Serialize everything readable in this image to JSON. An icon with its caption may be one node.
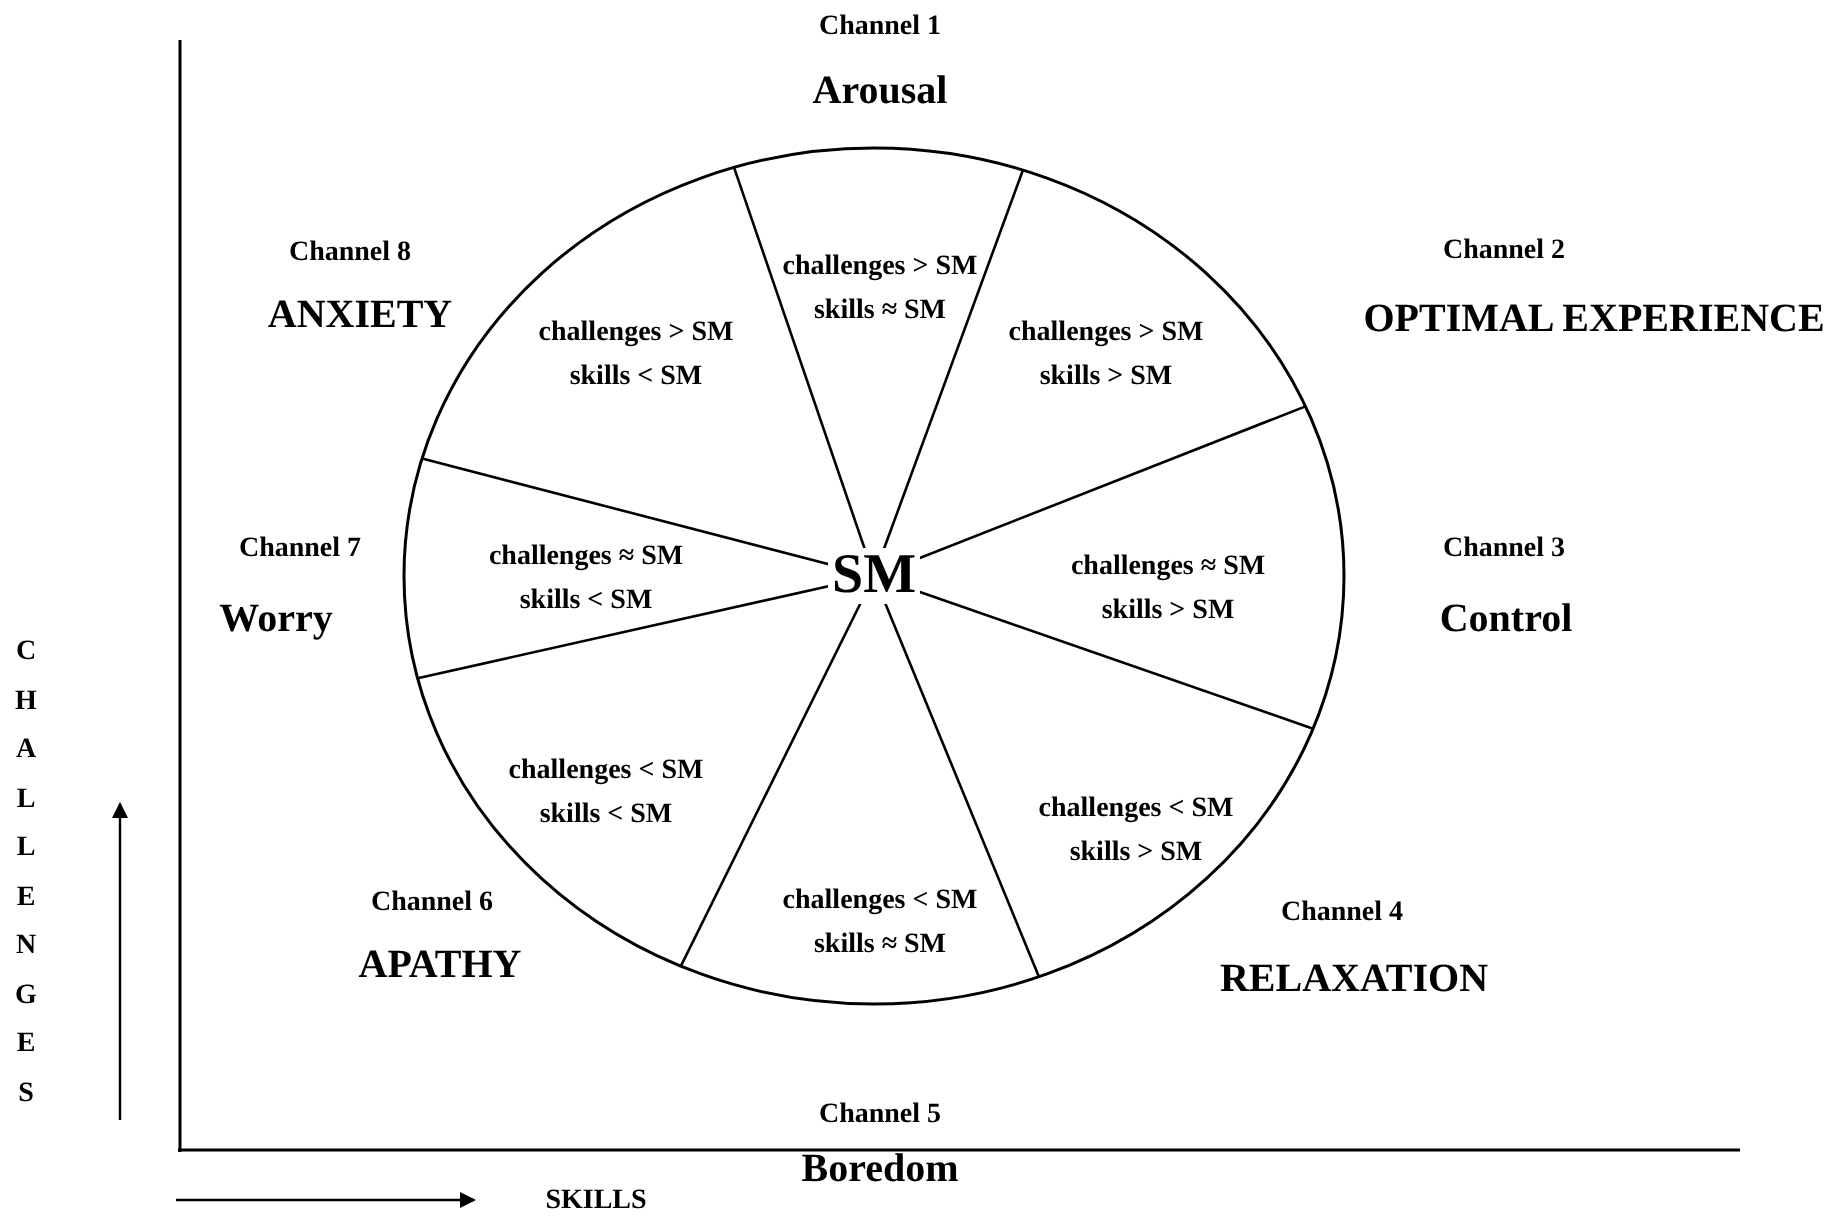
{
  "diagram": {
    "nodes": [
      {
        "text": [
          "SM"
        ]
      },
      {
        "text": [
          "challenges > SM",
          "skills ≈ SM"
        ],
        "in": 0
      },
      {
        "text": [
          "challenges > SM",
          "skills > SM"
        ],
        "in": 0
      },
      {
        "text": [
          "challenges ≈ SM",
          "skills > SM"
        ],
        "in": 0
      },
      {
        "text": [
          "challenges < SM",
          "skills > SM"
        ],
        "in": 0
      },
      {
        "text": [
          "challenges < SM",
          "skills ≈ SM"
        ],
        "in": 0
      },
      {
        "text": [
          "challenges < SM",
          "skills < SM"
        ],
        "in": 0
      },
      {
        "text": [
          "challenges ≈ SM",
          "skills < SM"
        ],
        "in": 0
      },
      {
        "text": [
          "challenges > SM",
          "skills < SM"
        ],
        "in": 0
      }
    ],
    "labels": [
      "Channel  1",
      "Arousal",
      "Channel  8",
      "Channel  2",
      "ANXIETY",
      "OPTIMAL EXPERIENCE",
      "Channel  7",
      "Channel  3",
      "Worry",
      "Control",
      "CHALLENGES",
      "Channel  4",
      "Channel  6",
      "APATHY",
      "RELAXATION",
      "Channel  5",
      "Boredom",
      "SKILLS"
    ]
  }
}
